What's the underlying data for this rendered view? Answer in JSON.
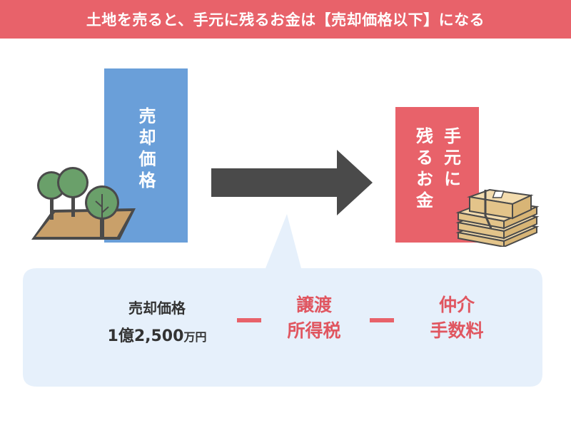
{
  "banner": {
    "title": "土地を売ると、手元に残るお金は【売却価格以下】になる"
  },
  "left_box": {
    "label": "売却価格"
  },
  "right_box": {
    "label_col1": "手元に",
    "label_col2": "残るお金"
  },
  "formula": {
    "price_label": "売却価格",
    "price_value": "1億2,500",
    "price_unit": "万円",
    "minus_1": "−",
    "tax_line1": "譲渡",
    "tax_line2": "所得税",
    "minus_2": "−",
    "fee_line1": "仲介",
    "fee_line2": "手数料"
  },
  "colors": {
    "banner": "#e8626a",
    "price_bar": "#6a9fd9",
    "cash_bar": "#e8626a",
    "bubble": "#e6f0fb",
    "arrow": "#4a4a4a"
  },
  "icons": [
    "land-with-trees-icon",
    "right-arrow-icon",
    "cash-bundle-icon"
  ]
}
